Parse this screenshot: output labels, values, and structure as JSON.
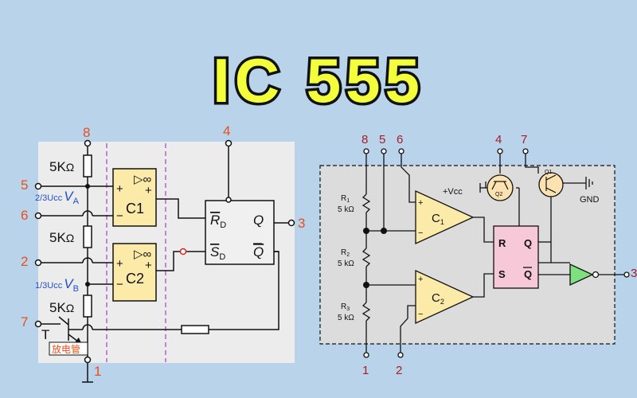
{
  "title": "IC 555",
  "colors": {
    "background": "#b9d3ea",
    "title_fill": "#f2ff3a",
    "title_stroke": "#111111",
    "pin_label": "#e8501c",
    "pin_label_right": "#a0202a",
    "voltage_label": "#2050c8",
    "comparator_fill": "#fbeaa8",
    "flipflop_fill": "#f6c8d8",
    "inverter_fill": "#7fe07f",
    "transistor_fill": "#fbe2b0",
    "discharge_label": "#e8501c",
    "divider_dash": "#b060d0"
  },
  "left": {
    "pins": {
      "p8": "8",
      "p5": "5",
      "p6": "6",
      "p2": "2",
      "p7": "7",
      "p1": "1",
      "p4": "4",
      "p3": "3"
    },
    "resistors": {
      "r1": "5K",
      "r2": "5K",
      "r3": "5K",
      "ohm": "Ω"
    },
    "va": {
      "prefix": "2/3Ucc",
      "sym": "V",
      "sub": "A"
    },
    "vb": {
      "prefix": "1/3Ucc",
      "sym": "V",
      "sub": "B"
    },
    "comp1": {
      "name": "C1",
      "inf": "▷∞",
      "plus": "+",
      "minus": "−",
      "out_plus": "+"
    },
    "comp2": {
      "name": "C2",
      "inf": "▷∞",
      "plus": "+",
      "minus": "−",
      "out_plus": "+"
    },
    "ff": {
      "rd": "R",
      "rd_sub": "D",
      "sd": "S",
      "sd_sub": "D",
      "q": "Q",
      "qbar": "Q"
    },
    "transistor": "T",
    "discharge": "放电管"
  },
  "right": {
    "pins": {
      "p8": "8",
      "p5": "5",
      "p6": "6",
      "p4": "4",
      "p7": "7",
      "p1": "1",
      "p2": "2",
      "p3": "3"
    },
    "res_labels": [
      {
        "name": "R",
        "sub": "1",
        "value": "5 kΩ"
      },
      {
        "name": "R",
        "sub": "2",
        "value": "5 kΩ"
      },
      {
        "name": "R",
        "sub": "3",
        "value": "5 kΩ"
      }
    ],
    "c1": {
      "name": "C",
      "sub": "1",
      "plus": "+",
      "minus": "−"
    },
    "c2": {
      "name": "C",
      "sub": "2",
      "plus": "+",
      "minus": "−"
    },
    "ff": {
      "r": "R",
      "s": "S",
      "q": "Q",
      "qbar": "Q"
    },
    "vcc": "+Vcc",
    "gnd": "GND",
    "q1": "Q1",
    "q2": "Q2"
  }
}
